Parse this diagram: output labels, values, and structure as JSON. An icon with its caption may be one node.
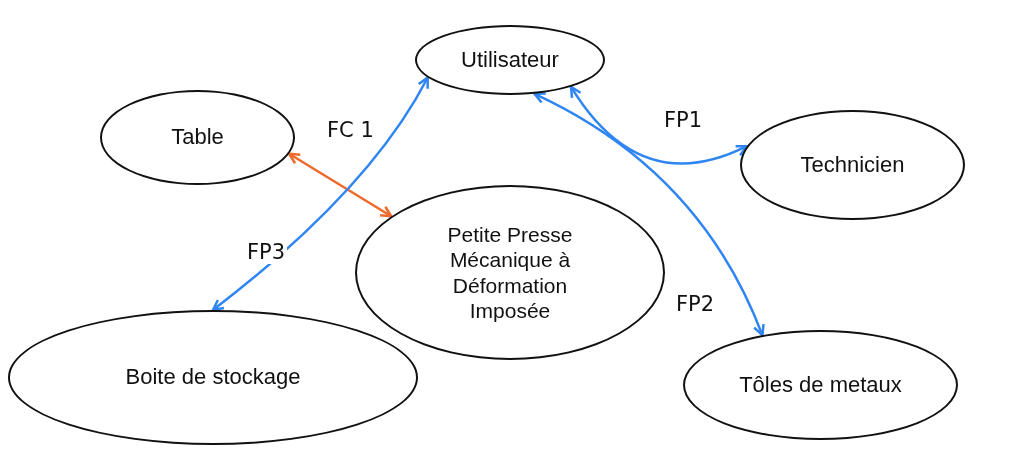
{
  "diagram": {
    "nodes": [
      {
        "text": [
          "Utilisateur"
        ]
      },
      {
        "text": [
          "Table"
        ]
      },
      {
        "text": [
          "Technicien"
        ]
      },
      {
        "text": [
          "Petite Presse Mécanique à Déformation Imposée"
        ]
      },
      {
        "text": [
          "Boite de stockage"
        ]
      },
      {
        "text": [
          "Tôles de metaux"
        ]
      }
    ],
    "edges": [
      {
        "from": 1,
        "to": 3,
        "arrow": "both",
        "label": "FC 1",
        "color": "#ee6a2c"
      },
      {
        "from": 0,
        "to": 4,
        "arrow": "both",
        "label": "FP3"
      },
      {
        "from": 0,
        "to": 2,
        "arrow": "both",
        "label": "FP1"
      },
      {
        "from": 0,
        "to": 5,
        "arrow": "both",
        "label": "FP2"
      }
    ]
  }
}
